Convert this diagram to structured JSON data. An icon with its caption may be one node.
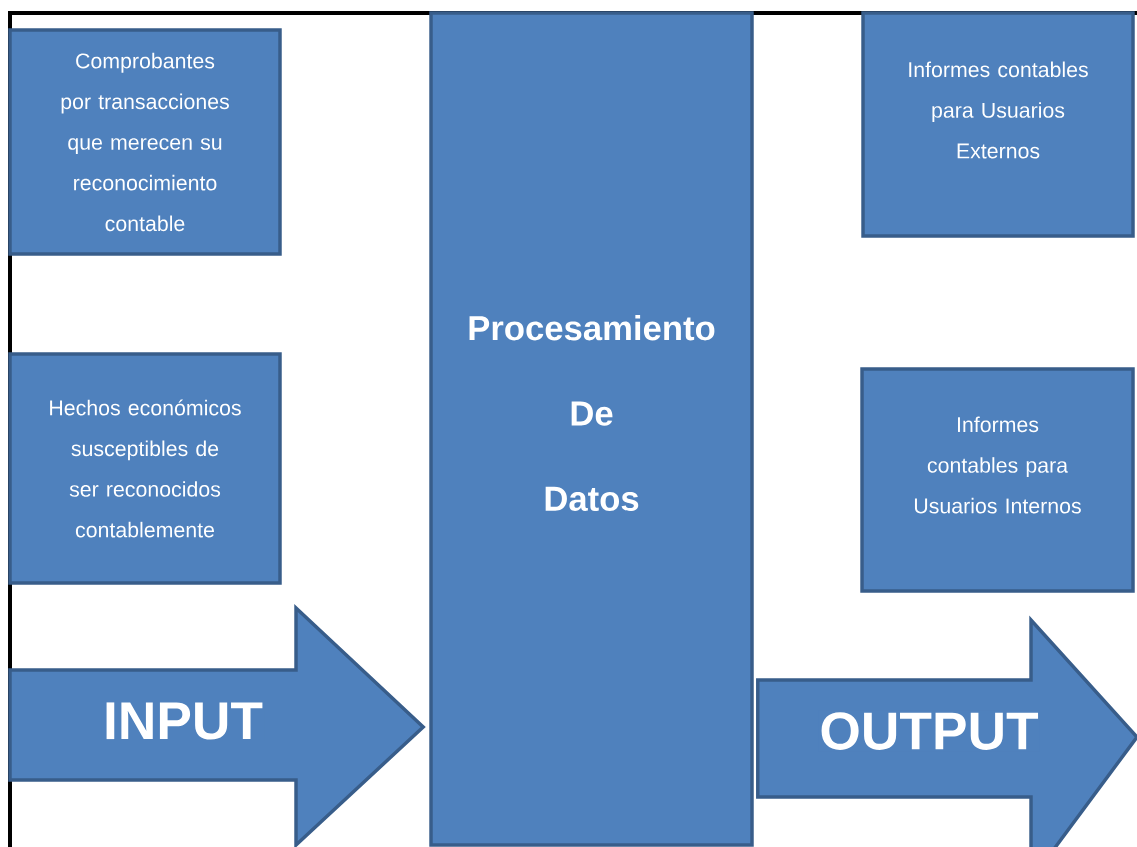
{
  "diagram": {
    "nodes": [
      {
        "text": [
          "Comprobantes por transacciones que merecen su reconocimiento contable"
        ]
      },
      {
        "text": [
          "Hechos económicos susceptibles de ser reconocidos contablemente"
        ]
      },
      {
        "text": [
          "Procesamiento",
          "De",
          "Datos"
        ]
      },
      {
        "text": [
          "Informes contables para Usuarios Externos"
        ]
      },
      {
        "text": [
          "Informes contables para Usuarios Internos"
        ]
      }
    ],
    "edges": [
      {
        "from": null,
        "to": 2,
        "arrow": "to",
        "label": "INPUT"
      },
      {
        "from": 2,
        "to": null,
        "arrow": "to",
        "label": "OUTPUT"
      }
    ]
  }
}
